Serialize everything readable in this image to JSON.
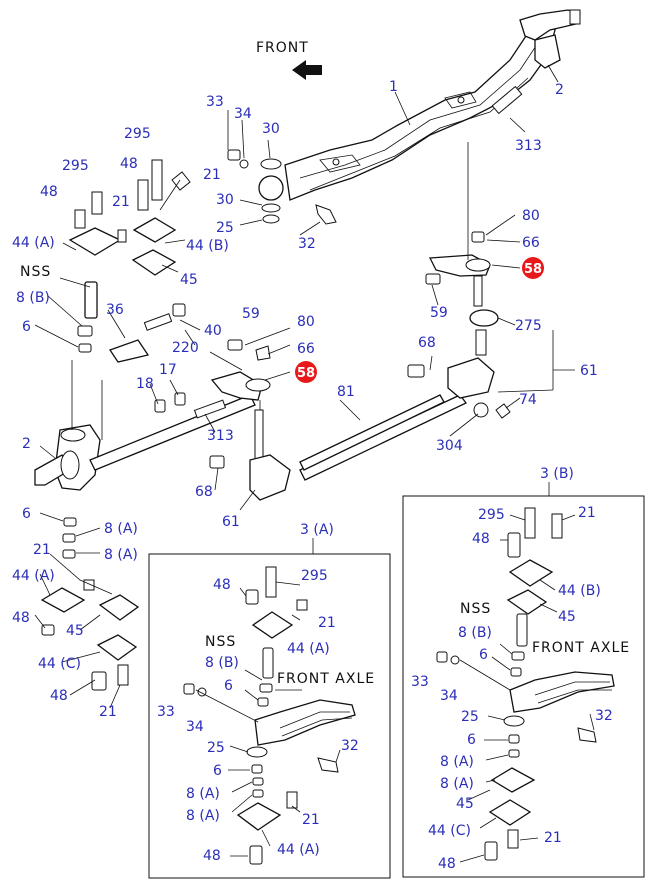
{
  "header": {
    "direction_label": "FRONT"
  },
  "colors": {
    "label": "#2b2fb8",
    "callout": "#e8191b",
    "line": "#111111"
  },
  "inset_a": {
    "title": "3 (A)",
    "axle_label": "FRONT AXLE"
  },
  "inset_b": {
    "title": "3 (B)",
    "axle_label": "FRONT AXLE"
  },
  "labels": {
    "l1": "1",
    "l2": "2",
    "l313": "313",
    "l33": "33",
    "l34": "34",
    "l30": "30",
    "l30b": "30",
    "l25": "25",
    "l32": "32",
    "l295": "295",
    "l48": "48",
    "l21": "21",
    "l44b": "44 (B)",
    "l45": "45",
    "l295b": "295",
    "l48b": "48",
    "l21b": "21",
    "l44a": "44 (A)",
    "lnss": "NSS",
    "l8b": "8 (B)",
    "l6": "6",
    "l36": "36",
    "l220": "220",
    "l40": "40",
    "l59": "59",
    "l80": "80",
    "l66": "66",
    "l18": "18",
    "l17": "17",
    "l313b": "313",
    "l2b": "2",
    "l68": "68",
    "l61": "61",
    "l81": "81",
    "l80b": "80",
    "l66b": "66",
    "l59b": "59",
    "l275": "275",
    "l61b": "61",
    "l68b": "68",
    "l74": "74",
    "l304": "304",
    "l6b": "6",
    "l8a": "8 (A)",
    "l8a2": "8 (A)",
    "l21c": "21",
    "l44a2": "44 (A)",
    "l48c": "48",
    "l45b": "45",
    "l44c": "44 (C)",
    "l48d": "48",
    "l21d": "21",
    "ia48": "48",
    "ia295": "295",
    "ia21": "21",
    "ia44a": "44 (A)",
    "iansss": "NSS",
    "ia8b": "8 (B)",
    "ia6": "6",
    "ia33": "33",
    "ia34": "34",
    "ia25": "25",
    "ia32": "32",
    "ia6b": "6",
    "ia8a": "8 (A)",
    "ia8a2": "8 (A)",
    "ia21b": "21",
    "ia48b": "48",
    "ia44a2": "44 (A)",
    "ib295": "295",
    "ib21": "21",
    "ib48": "48",
    "ib44b": "44 (B)",
    "ibnss": "NSS",
    "ib45": "45",
    "ib8b": "8 (B)",
    "ib6": "6",
    "ib33": "33",
    "ib34": "34",
    "ib25": "25",
    "ib32": "32",
    "ib6b": "6",
    "ib8a": "8 (A)",
    "ib8a2": "8 (A)",
    "ib45b": "45",
    "ib44c": "44 (C)",
    "ib21b": "21",
    "ib48b": "48"
  },
  "callouts": {
    "c1": "58",
    "c2": "58"
  }
}
